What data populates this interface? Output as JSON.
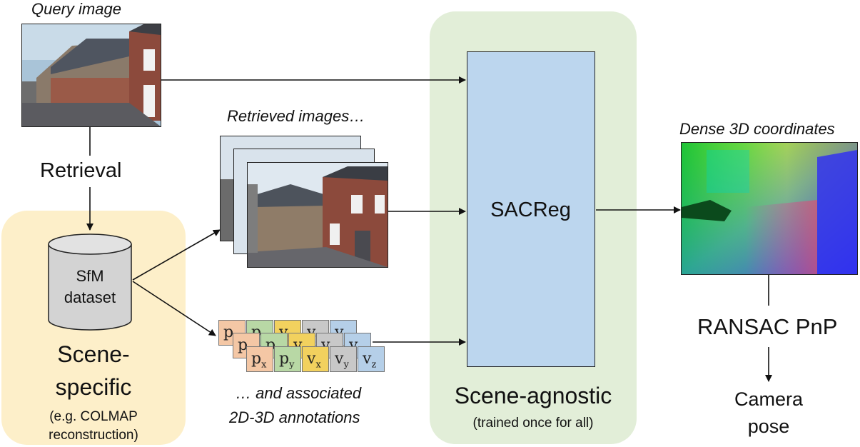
{
  "query": {
    "label": "Query image"
  },
  "retrieval": {
    "label": "Retrieval"
  },
  "database": {
    "line1": "SfM",
    "line2": "dataset"
  },
  "scene_specific": {
    "title_line1": "Scene-",
    "title_line2": "specific",
    "sub_line1": "(e.g. COLMAP",
    "sub_line2": "reconstruction)"
  },
  "retrieved": {
    "label": "Retrieved images…"
  },
  "annotations": {
    "line1": "… and associated",
    "line2": "2D-3D annotations",
    "columns": [
      {
        "main": "p",
        "sub": "x",
        "color": "#f4c7a5"
      },
      {
        "main": "p",
        "sub": "y",
        "color": "#b8d8a5"
      },
      {
        "main": "v",
        "sub": "x",
        "color": "#f2d15e"
      },
      {
        "main": "v",
        "sub": "y",
        "color": "#c8c8c8"
      },
      {
        "main": "v",
        "sub": "z",
        "color": "#b5cfe8"
      }
    ]
  },
  "model": {
    "label": "SACReg"
  },
  "scene_agnostic": {
    "title": "Scene-agnostic",
    "subtitle": "(trained once for all)"
  },
  "output": {
    "label": "Dense 3D coordinates"
  },
  "ransac": {
    "label": "RANSAC PnP"
  },
  "pose": {
    "line1": "Camera",
    "line2": "pose"
  },
  "colors": {
    "scene_specific_bg": "#fdefc9",
    "scene_agnostic_bg": "#e2eed8",
    "model_fill": "#bcd6ee"
  }
}
